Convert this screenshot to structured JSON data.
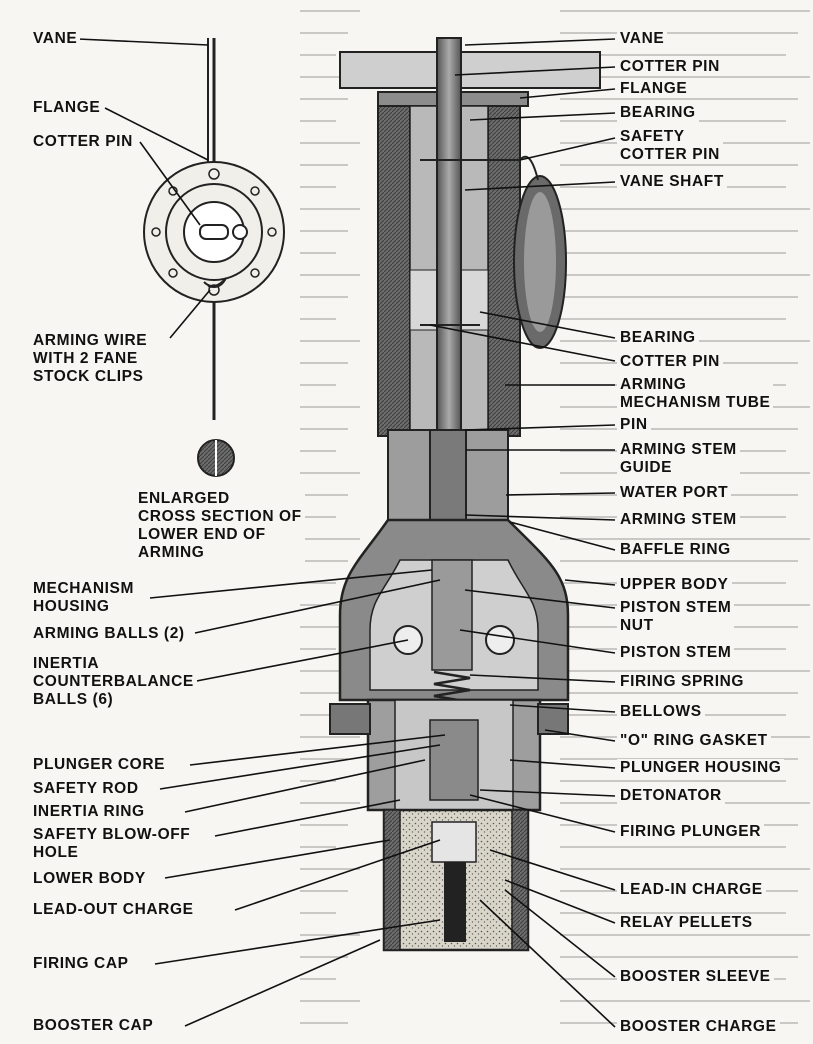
{
  "left_labels": [
    {
      "id": "vane-left",
      "text": "VANE"
    },
    {
      "id": "flange-left",
      "text": "FLANGE"
    },
    {
      "id": "cotter-pin-left",
      "text": "COTTER PIN"
    },
    {
      "id": "arming-wire",
      "text": "ARMING WIRE\nWITH 2 FANE\nSTOCK CLIPS"
    },
    {
      "id": "enlarged-section",
      "text": "ENLARGED\nCROSS SECTION OF\nLOWER END OF\nARMING"
    },
    {
      "id": "mechanism-housing",
      "text": "MECHANISM\nHOUSING"
    },
    {
      "id": "arming-balls",
      "text": "ARMING BALLS (2)"
    },
    {
      "id": "inertia-balls",
      "text": "INERTIA\nCOUNTERBALANCE\nBALLS (6)"
    },
    {
      "id": "plunger-core",
      "text": "PLUNGER CORE"
    },
    {
      "id": "safety-rod",
      "text": "SAFETY ROD"
    },
    {
      "id": "inertia-ring",
      "text": "INERTIA RING"
    },
    {
      "id": "safety-blowoff",
      "text": "SAFETY BLOW-OFF\nHOLE"
    },
    {
      "id": "lower-body",
      "text": "LOWER BODY"
    },
    {
      "id": "lead-out-charge",
      "text": "LEAD-OUT CHARGE"
    },
    {
      "id": "firing-cap",
      "text": "FIRING CAP"
    },
    {
      "id": "booster-cap",
      "text": "BOOSTER CAP"
    }
  ],
  "right_labels": [
    {
      "id": "vane-right",
      "text": "VANE"
    },
    {
      "id": "cotter-pin-right",
      "text": "COTTER PIN"
    },
    {
      "id": "flange-right",
      "text": "FLANGE"
    },
    {
      "id": "bearing-upper",
      "text": "BEARING"
    },
    {
      "id": "safety-cotter-pin",
      "text": "SAFETY\nCOTTER PIN"
    },
    {
      "id": "vane-shaft",
      "text": "VANE SHAFT"
    },
    {
      "id": "bearing-lower",
      "text": "BEARING"
    },
    {
      "id": "cotter-pin-lower",
      "text": "COTTER PIN"
    },
    {
      "id": "arming-mechanism-tube",
      "text": "ARMING\nMECHANISM TUBE"
    },
    {
      "id": "pin",
      "text": "PIN"
    },
    {
      "id": "arming-stem-guide",
      "text": "ARMING STEM\nGUIDE"
    },
    {
      "id": "water-port",
      "text": "WATER PORT"
    },
    {
      "id": "arming-stem",
      "text": "ARMING STEM"
    },
    {
      "id": "baffle-ring",
      "text": "BAFFLE RING"
    },
    {
      "id": "upper-body",
      "text": "UPPER BODY"
    },
    {
      "id": "piston-stem-nut",
      "text": "PISTON STEM\nNUT"
    },
    {
      "id": "piston-stem",
      "text": "PISTON STEM"
    },
    {
      "id": "firing-spring",
      "text": "FIRING SPRING"
    },
    {
      "id": "bellows",
      "text": "BELLOWS"
    },
    {
      "id": "o-ring-gasket",
      "text": "\"O\" RING GASKET"
    },
    {
      "id": "plunger-housing",
      "text": "PLUNGER HOUSING"
    },
    {
      "id": "detonator",
      "text": "DETONATOR"
    },
    {
      "id": "firing-plunger",
      "text": "FIRING PLUNGER"
    },
    {
      "id": "lead-in-charge",
      "text": "LEAD-IN CHARGE"
    },
    {
      "id": "relay-pellets",
      "text": "RELAY PELLETS"
    },
    {
      "id": "booster-sleeve",
      "text": "BOOSTER SLEEVE"
    },
    {
      "id": "booster-charge",
      "text": "BOOSTER CHARGE"
    }
  ]
}
